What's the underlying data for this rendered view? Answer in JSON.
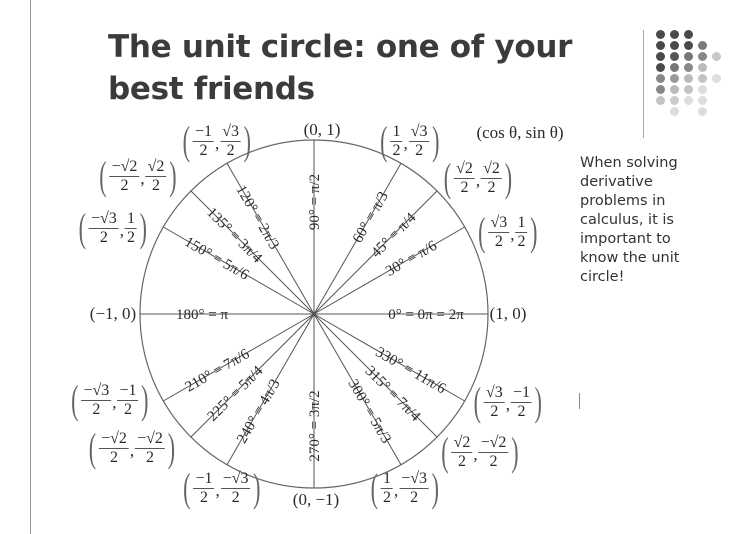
{
  "slide": {
    "title_lines": [
      "The unit circle: one of your",
      "best friends"
    ],
    "note_lines": [
      "When solving",
      "derivative",
      "problems in",
      "calculus, it is",
      "important to",
      "know the unit",
      "circle!"
    ]
  },
  "diagram": {
    "legend": "(cos θ, sin θ)",
    "axis_points": {
      "top": "(0, 1)",
      "right": "(1, 0)",
      "bottom": "(0, −1)",
      "left": "(−1, 0)"
    },
    "points": [
      {
        "angle": 30,
        "x": [
          "√3",
          "2"
        ],
        "y": [
          "1",
          "2"
        ]
      },
      {
        "angle": 45,
        "x": [
          "√2",
          "2"
        ],
        "y": [
          "√2",
          "2"
        ]
      },
      {
        "angle": 60,
        "x": [
          "1",
          "2"
        ],
        "y": [
          "√3",
          "2"
        ]
      },
      {
        "angle": 120,
        "x": [
          "−1",
          "2"
        ],
        "y": [
          "√3",
          "2"
        ]
      },
      {
        "angle": 135,
        "x": [
          "−√2",
          "2"
        ],
        "y": [
          "√2",
          "2"
        ]
      },
      {
        "angle": 150,
        "x": [
          "−√3",
          "2"
        ],
        "y": [
          "1",
          "2"
        ]
      },
      {
        "angle": 210,
        "x": [
          "−√3",
          "2"
        ],
        "y": [
          "−1",
          "2"
        ]
      },
      {
        "angle": 225,
        "x": [
          "−√2",
          "2"
        ],
        "y": [
          "−√2",
          "2"
        ]
      },
      {
        "angle": 240,
        "x": [
          "−1",
          "2"
        ],
        "y": [
          "−√3",
          "2"
        ]
      },
      {
        "angle": 300,
        "x": [
          "1",
          "2"
        ],
        "y": [
          "−√3",
          "2"
        ]
      },
      {
        "angle": 315,
        "x": [
          "√2",
          "2"
        ],
        "y": [
          "−√2",
          "2"
        ]
      },
      {
        "angle": 330,
        "x": [
          "√3",
          "2"
        ],
        "y": [
          "−1",
          "2"
        ]
      }
    ],
    "angles": [
      {
        "deg": 0,
        "label": "0° = 0π = 2π"
      },
      {
        "deg": 30,
        "label": "30° = π/6"
      },
      {
        "deg": 45,
        "label": "45° = π/4"
      },
      {
        "deg": 60,
        "label": "60° = π/3"
      },
      {
        "deg": 90,
        "label": "90° = π/2"
      },
      {
        "deg": 120,
        "label": "120° = 2π/3"
      },
      {
        "deg": 135,
        "label": "135° = 3π/4"
      },
      {
        "deg": 150,
        "label": "150° = 5π/6"
      },
      {
        "deg": 180,
        "label": "180° = π"
      },
      {
        "deg": 210,
        "label": "210° = 7π/6"
      },
      {
        "deg": 225,
        "label": "225° = 5π/4"
      },
      {
        "deg": 240,
        "label": "240° = 4π/3"
      },
      {
        "deg": 270,
        "label": "270° = 3π/2"
      },
      {
        "deg": 300,
        "label": "300° = 5π/3"
      },
      {
        "deg": 315,
        "label": "315° = 7π/4"
      },
      {
        "deg": 330,
        "label": "330° = 11π/6"
      }
    ]
  },
  "colors": {
    "title": "#3b3b3b",
    "lines": "#555555",
    "dots_dark": "#4a4a4a",
    "dots_light": "#d0d0d0"
  }
}
